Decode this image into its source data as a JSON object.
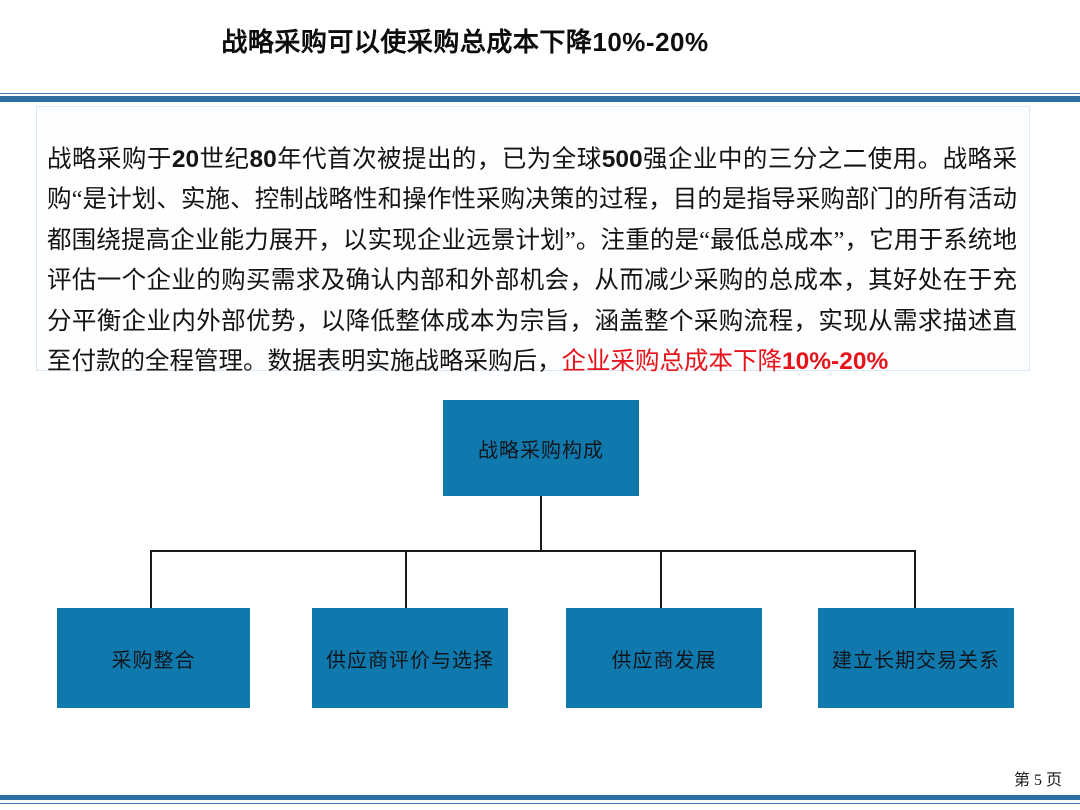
{
  "slide": {
    "title": "战略采购可以使采购总成本下降10%-20%",
    "page_number": "第 5 页",
    "accent_color": "#2e6ca4",
    "node_color": "#0f79ae",
    "highlight_color": "#e8131a"
  },
  "body": {
    "segments": {
      "s1": "战略采购于",
      "s2_bold": "20",
      "s3": "世纪",
      "s4_bold": "80",
      "s5": "年代首次被提出的，已为全球",
      "s6_bold": "500",
      "s7": "强企业中的三分之二使用。战略采购“是计划、实施、控制战略性和操作性采购决策的过程，目的是指导采购部门的所有活动都围绕提高企业能力展开，以实现企业远景计划”。注重的是“最低总成本”，它用于系统地评估一个企业的购买需求及确认内部和外部机会，从而减少采购的总成本，其好处在于充分平衡企业内外部优势，以降低整体成本为宗旨，涵盖整个采购流程，实现从需求描述直至付款的全程管理。数据表明实施战略采购后，",
      "s8_red": "企业采购总成本下降",
      "s9_red_bold": "10%-20%"
    }
  },
  "org_chart": {
    "root": {
      "label": "战略采购构成"
    },
    "children": [
      {
        "label": "采购整合"
      },
      {
        "label": "供应商评价与选择"
      },
      {
        "label": "供应商发展"
      },
      {
        "label": "建立长期交易关系"
      }
    ]
  }
}
